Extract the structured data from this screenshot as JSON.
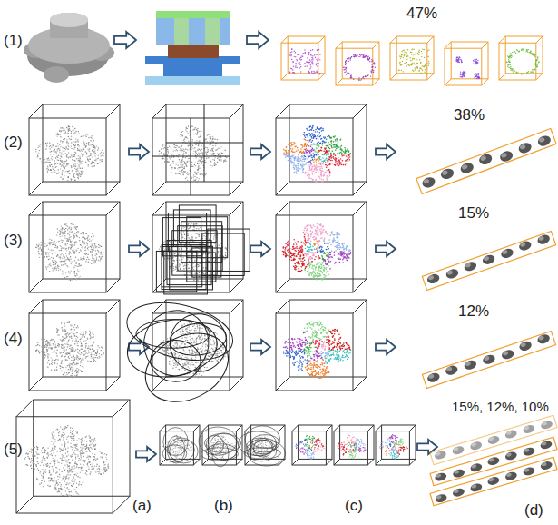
{
  "diagram": {
    "labels": [
      "(1)",
      "47%",
      "(2)",
      "38%",
      "(3)",
      "15%",
      "(4)",
      "12%",
      "(5)",
      "15%, 12%, 10%",
      "(a)",
      "(b)",
      "(c)",
      "(d)"
    ]
  }
}
